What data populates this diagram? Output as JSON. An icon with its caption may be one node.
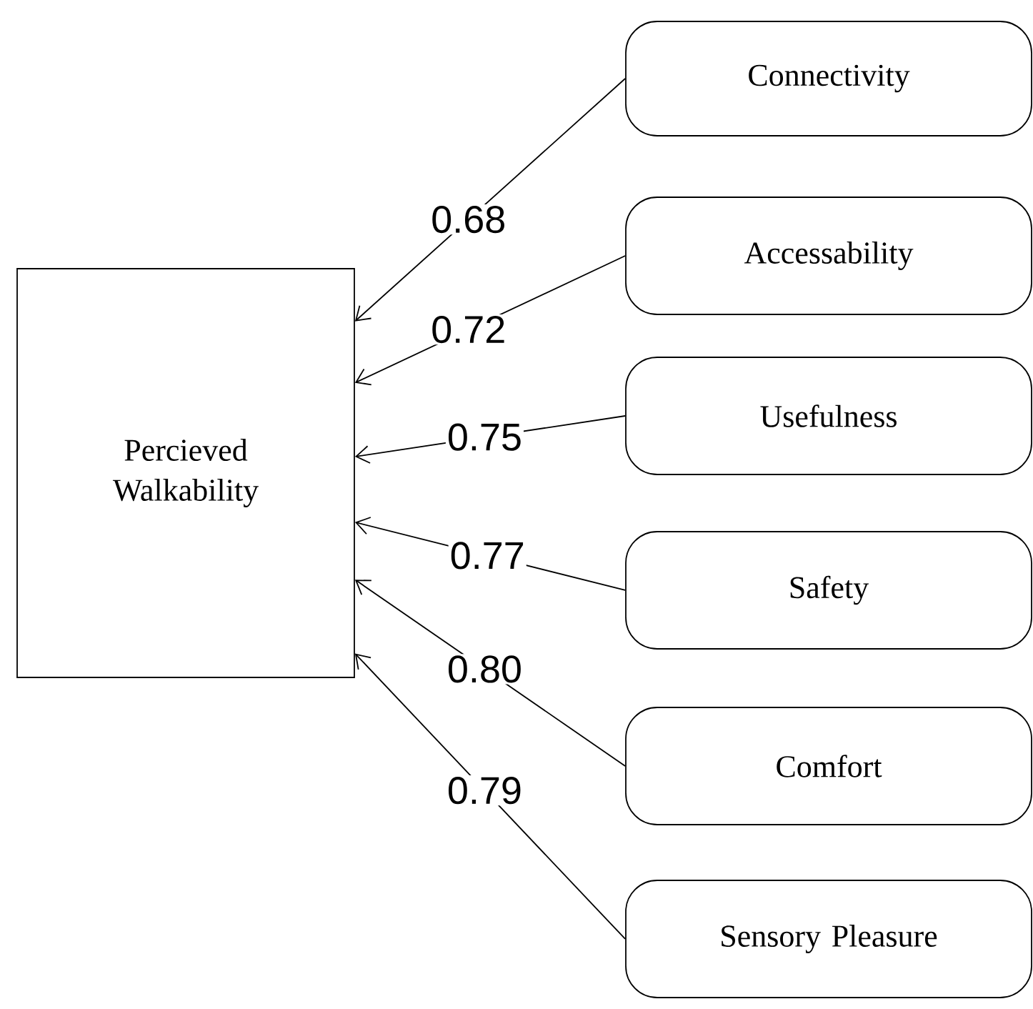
{
  "diagram": {
    "nodes": [
      {
        "text": [
          "Percieved Walkability"
        ]
      },
      {
        "text": [
          "Connectivity"
        ]
      },
      {
        "text": [
          "Accessability"
        ]
      },
      {
        "text": [
          "Usefulness"
        ]
      },
      {
        "text": [
          "Safety"
        ]
      },
      {
        "text": [
          "Comfort"
        ]
      },
      {
        "text": [
          "Sensory Pleasure"
        ]
      }
    ],
    "edges": [
      {
        "from": 1,
        "to": 0,
        "arrow": "to",
        "label": "0.68"
      },
      {
        "from": 2,
        "to": 0,
        "arrow": "to",
        "label": "0.72"
      },
      {
        "from": 3,
        "to": 0,
        "arrow": "to",
        "label": "0.75"
      },
      {
        "from": 4,
        "to": 0,
        "arrow": "to",
        "label": "0.77"
      },
      {
        "from": 5,
        "to": 0,
        "arrow": "to",
        "label": "0.80"
      },
      {
        "from": 6,
        "to": 0,
        "arrow": "to",
        "label": "0.79"
      }
    ]
  }
}
